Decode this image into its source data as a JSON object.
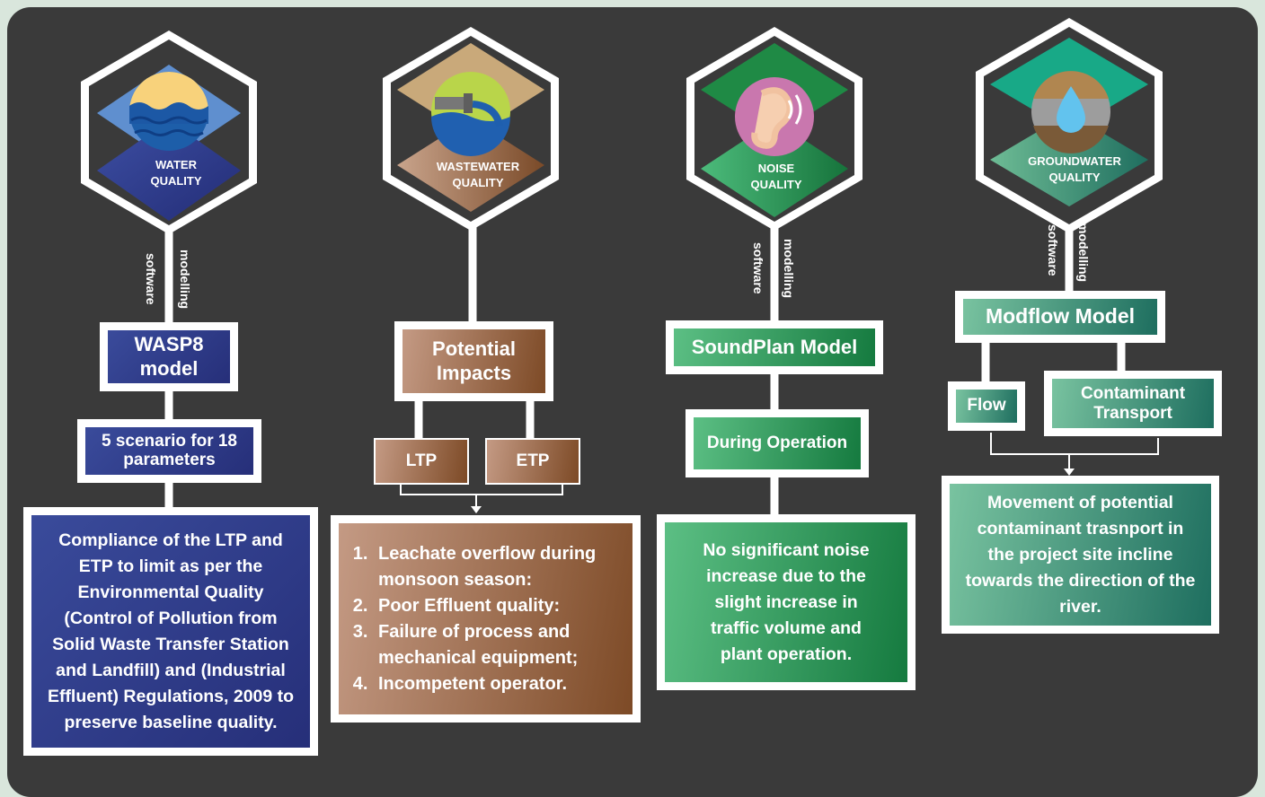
{
  "columns": [
    {
      "id": "water",
      "hex_label": [
        "WATER",
        "QUALITY"
      ],
      "connector_labels": [
        "software",
        "modelling"
      ],
      "model_box": [
        "WASP8",
        "model"
      ],
      "sub_box": [
        "5 scenario for 18",
        "parameters"
      ],
      "result_text": "Compliance of the LTP and ETP to limit as per the Environmental Quality (Control of Pollution from Solid Waste Transfer Station and Landfill) and (Industrial Effluent) Regulations, 2009 to preserve baseline quality."
    },
    {
      "id": "wastewater",
      "hex_label": [
        "WASTEWATER",
        "QUALITY"
      ],
      "model_box": [
        "Potential",
        "Impacts"
      ],
      "branches": [
        "LTP",
        "ETP"
      ],
      "result_items": [
        "Leachate overflow during monsoon season:",
        "Poor Effluent quality:",
        "Failure of process and mechanical equipment;",
        "Incompetent operator."
      ]
    },
    {
      "id": "noise",
      "hex_label": [
        "NOISE",
        "QUALITY"
      ],
      "connector_labels": [
        "software",
        "modelling"
      ],
      "model_box": "SoundPlan Model",
      "sub_box": "During Operation",
      "result_text": "No significant noise increase due to the slight increase in traffic volume and plant operation."
    },
    {
      "id": "groundwater",
      "hex_label": [
        "GROUNDWATER",
        "QUALITY"
      ],
      "connector_labels": [
        "software",
        "modelling"
      ],
      "model_box": "Modflow Model",
      "branches": [
        "Flow",
        "Contaminant Transport"
      ],
      "result_text": "Movement of potential contaminant trasnport in the project site incline towards the direction of the river."
    }
  ],
  "colors": {
    "background": "#3a3a3a",
    "frame": "#d9e6dc",
    "water": "#2f3c8a",
    "wastewater": "#8b5a35",
    "noise": "#1f8b4c",
    "groundwater": "#2f8a70"
  },
  "icons": [
    "water-waves-icon",
    "wastewater-pipe-icon",
    "ear-sound-icon",
    "water-drop-icon"
  ]
}
